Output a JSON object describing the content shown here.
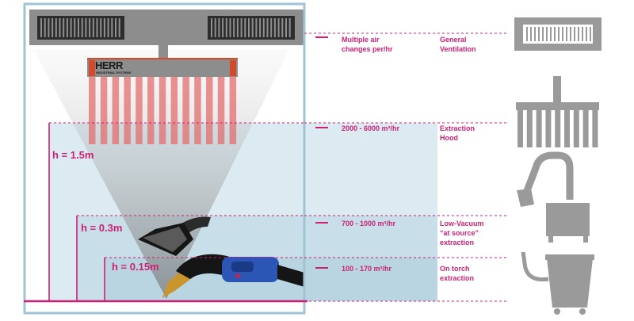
{
  "brand": {
    "name": "HERR",
    "tagline": "INDUSTRIAL SYSTEMS"
  },
  "heights": [
    {
      "label": "h = 1.5m"
    },
    {
      "label": "h = 0.3m"
    },
    {
      "label": "h = 0.15m"
    }
  ],
  "levels": [
    {
      "airflow": [
        "Multiple air",
        "changes per/hr"
      ],
      "method": [
        "General",
        "Ventilation"
      ],
      "icon": "wall-vent-icon"
    },
    {
      "airflow": [
        "2000 - 6000 m³/hr"
      ],
      "method": [
        "Extraction",
        "Hood"
      ],
      "icon": "extraction-hood-icon"
    },
    {
      "airflow": [
        "700 - 1000 m³/hr"
      ],
      "method": [
        "Low-Vacuum",
        "“at source”",
        "extraction"
      ],
      "icon": "extraction-arm-unit-icon"
    },
    {
      "airflow": [
        "100 - 170 m³/hr"
      ],
      "method": [
        "On torch",
        "extraction"
      ],
      "icon": "torch-vacuum-unit-icon"
    }
  ],
  "colors": {
    "accent": "#cc1f76",
    "room_frame": "#9fc4d4",
    "zone_fill": "#dcebf2",
    "vent_body": "#8d8d8d",
    "icon_gray": "#9a9a9a",
    "heat_red": "#e36a6a",
    "torch_blue": "#2b56b6"
  }
}
